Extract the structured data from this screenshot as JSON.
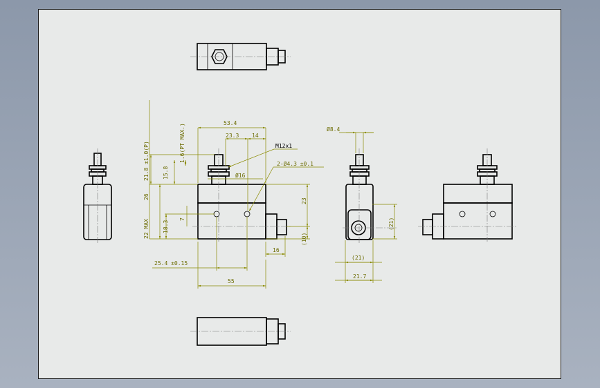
{
  "drawing": {
    "dims": {
      "d_53_4": "53.4",
      "d_23_3": "23.3",
      "d_14": "14",
      "d_m12": "M12x1",
      "d_hole": "2-Ø4.3 ±0.1",
      "d_phi16": "Ø16",
      "d_21_8": "21.8 ±1.0(P)",
      "d_1_6": "1.6(PT MAX.)",
      "d_15_8": "15.8",
      "d_26": "26",
      "d_22max": "22 MAX",
      "d_18_3": "18.3",
      "d_7": "7",
      "d_23": "23",
      "d_10": "(10)",
      "d_16": "16",
      "d_25_4": "25.4 ±0.15",
      "d_55": "55",
      "d_phi8_4": "Ø8.4",
      "d_21a": "(21)",
      "d_21b": "(21)",
      "d_21_7": "21.7"
    }
  }
}
